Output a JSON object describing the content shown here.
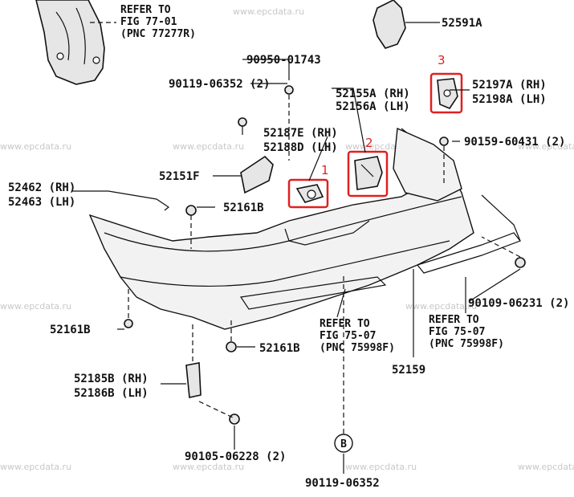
{
  "watermark": "www.epcdata.ru",
  "labels": {
    "refer_77": [
      "REFER TO",
      "FIG 77-01",
      "(PNC 77277R)"
    ],
    "p52591a": "52591A",
    "p90950": "90950-01743",
    "p90119_top": "90119-06352 (2)",
    "p52155a": "52155A (RH)",
    "p52156a": "52156A (LH)",
    "p52197a": "52197A (RH)",
    "p52198a": "52198A (LH)",
    "p52187e": "52187E (RH)",
    "p52188d": "52188D (LH)",
    "p90159": "90159-60431 (2)",
    "p52151f": "52151F",
    "p52462": "52462 (RH)",
    "p52463": "52463 (LH)",
    "p52161b_1": "52161B",
    "p52161b_2": "52161B",
    "p52161b_3": "52161B",
    "p90109": "90109-06231 (2)",
    "refer_75_left": [
      "REFER TO",
      "FIG 75-07",
      "(PNC 75998F)"
    ],
    "refer_75_right": [
      "REFER TO",
      "FIG 75-07",
      "(PNC 75998F)"
    ],
    "p52159": "52159",
    "p52185b": "52185B (RH)",
    "p52186b": "52186B (LH)",
    "p90105": "90105-06228 (2)",
    "circle_b": "B",
    "p90119_bottom": "90119-06352"
  },
  "callouts": [
    "1",
    "2",
    "3"
  ],
  "colors": {
    "highlight": "#e02020",
    "line": "#111111",
    "watermark": "#c8c8c8"
  }
}
